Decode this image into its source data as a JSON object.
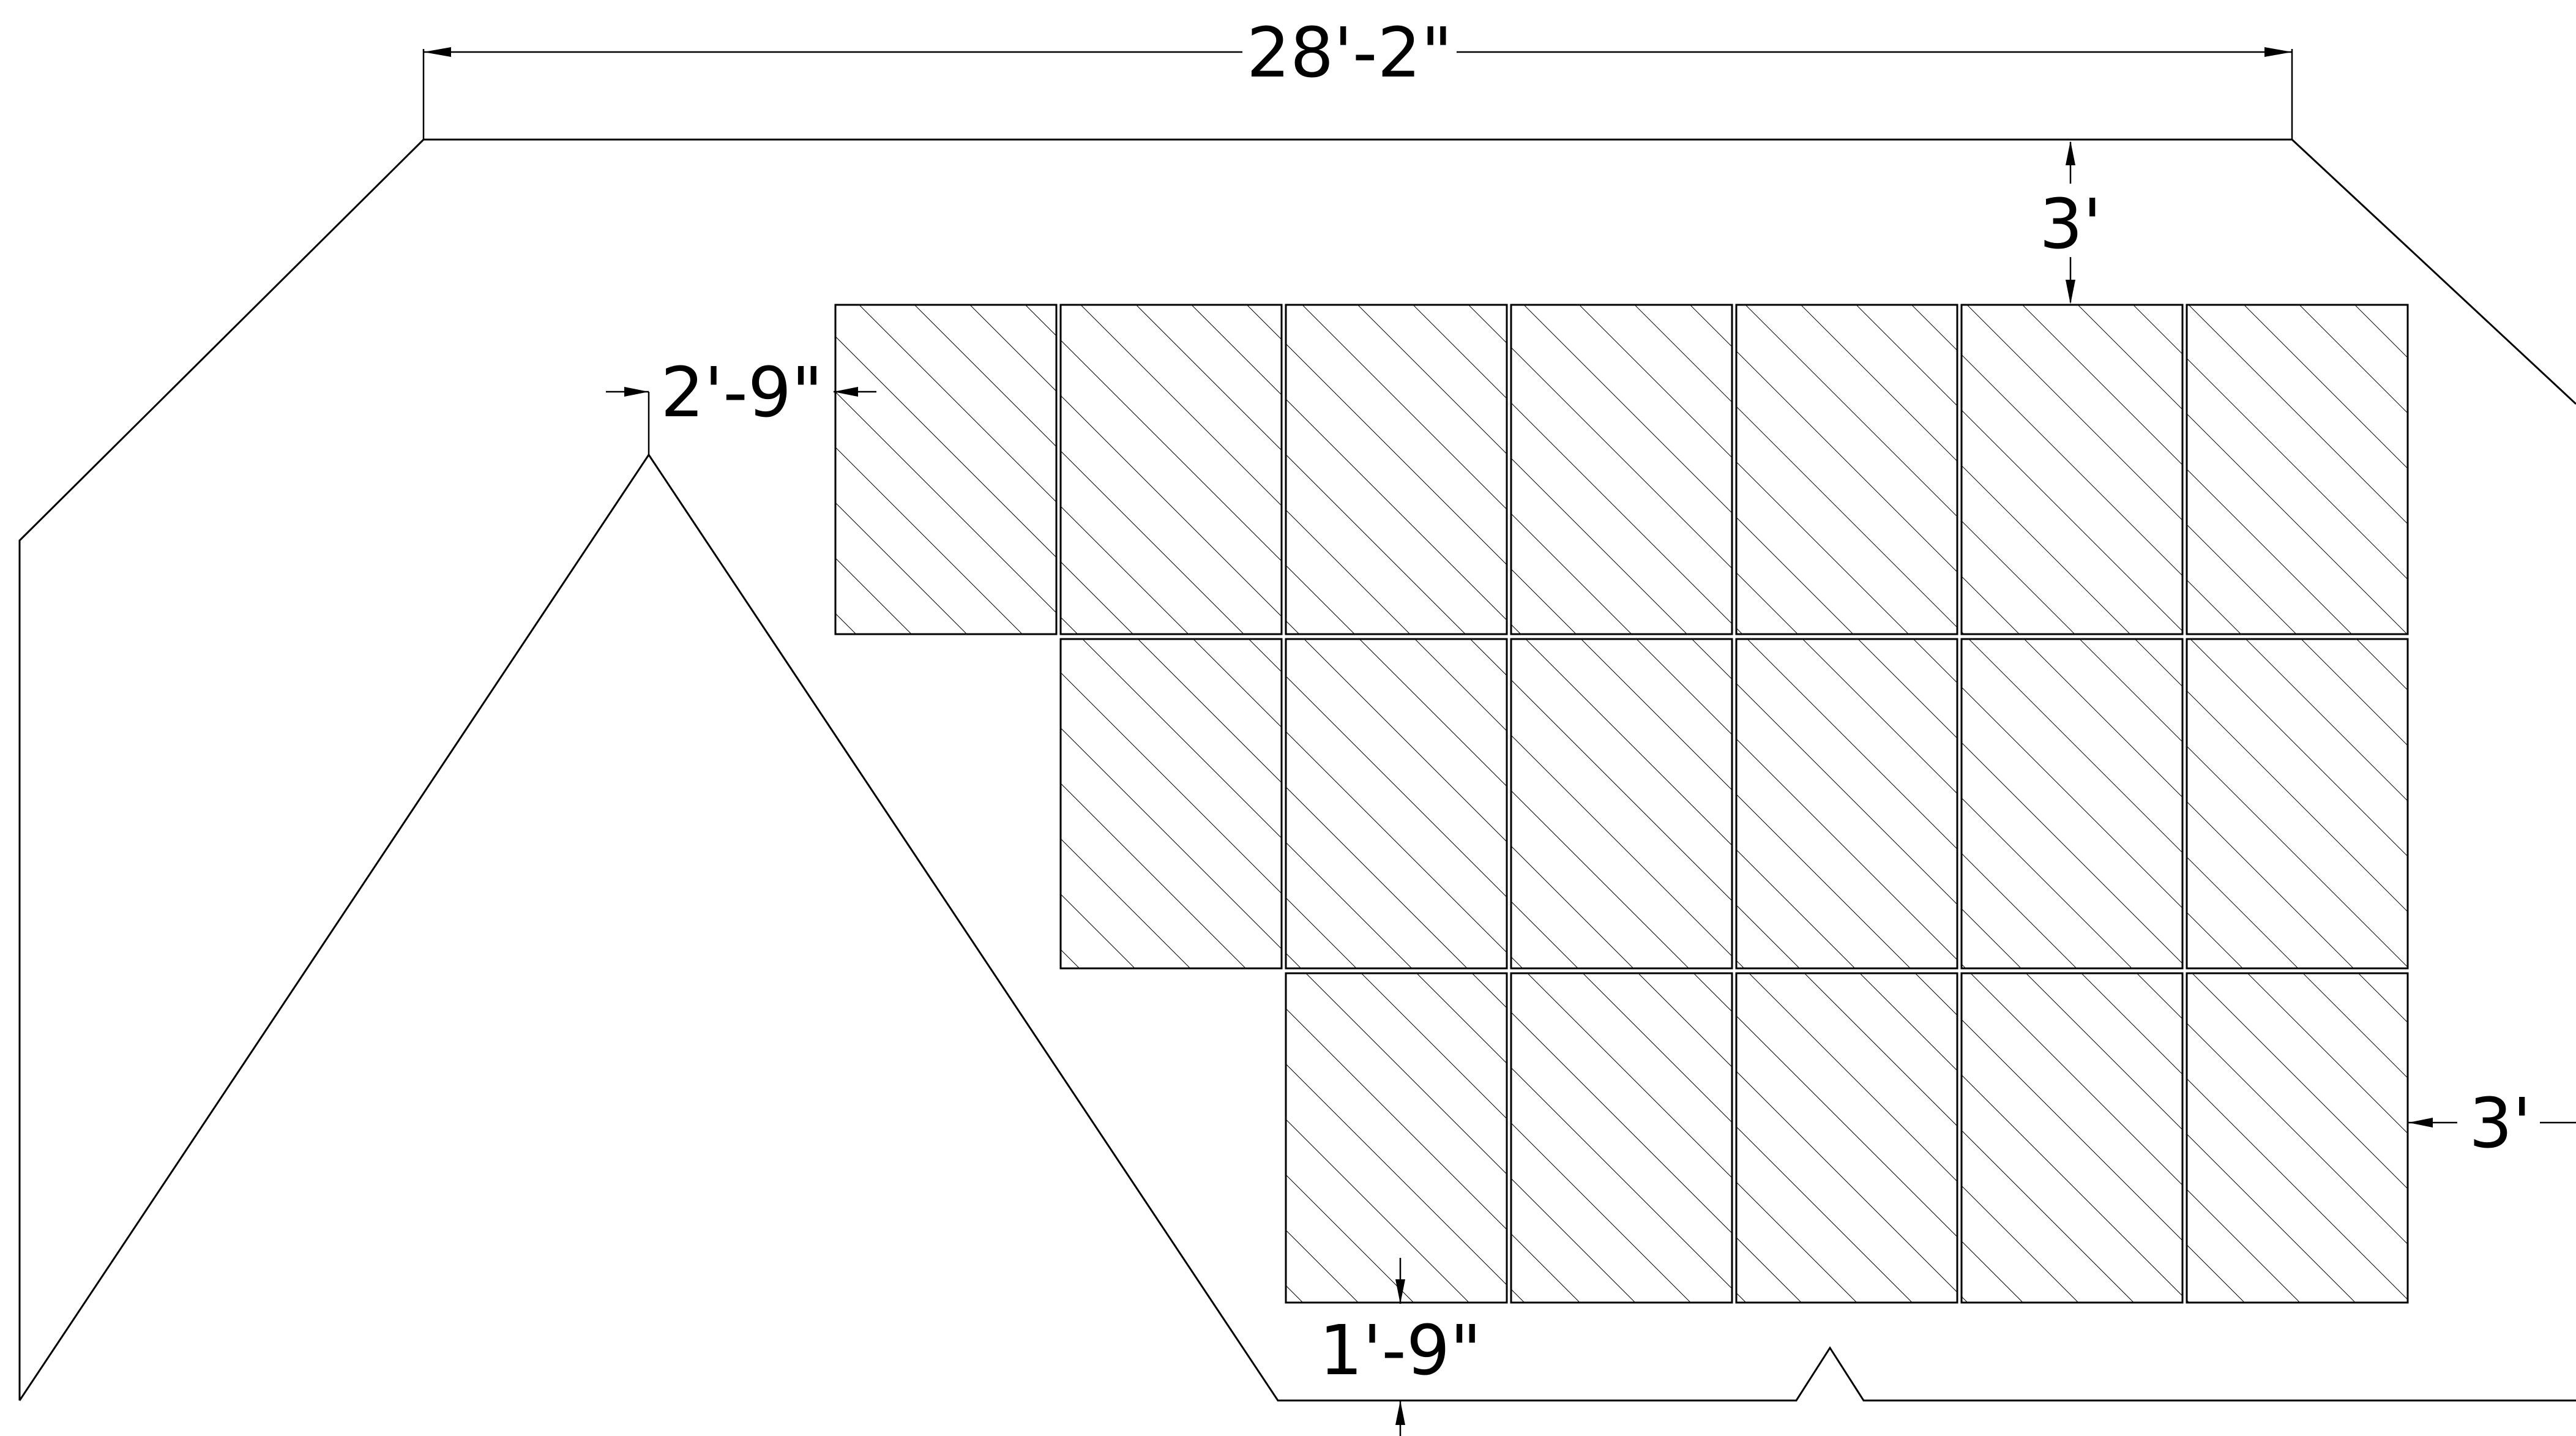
{
  "dimensions": {
    "overall_width": "28'-2\"",
    "top_setback": "3'",
    "left_setback": "2'-9\"",
    "right_setback": "3'",
    "bottom_setback": "1'-9\""
  },
  "array": {
    "rows": [
      {
        "panels": 7
      },
      {
        "panels": 6
      },
      {
        "panels": 5
      }
    ],
    "alignment": "right",
    "hatch": "diagonal"
  }
}
